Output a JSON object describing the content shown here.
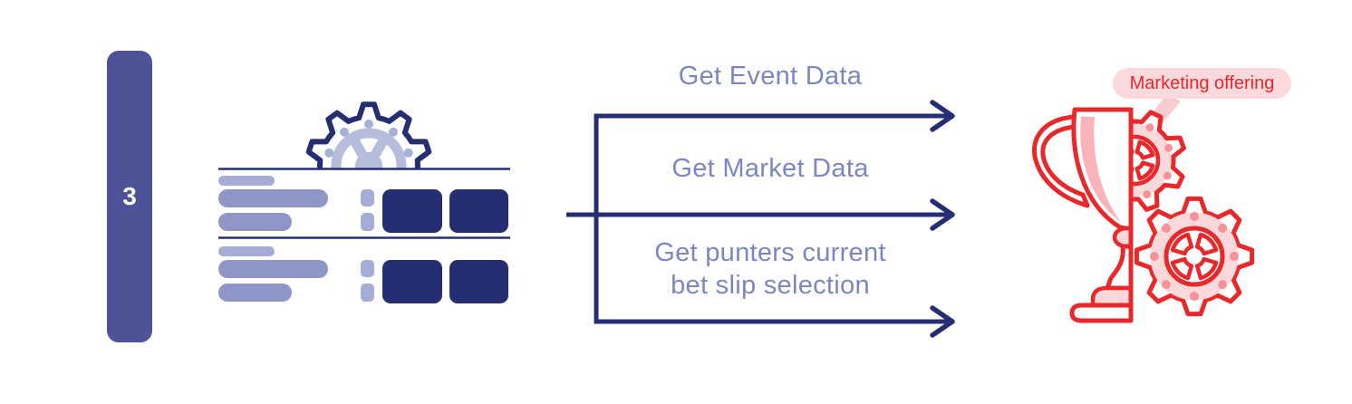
{
  "step_number": "3",
  "arrows": [
    {
      "label": "Get Event Data"
    },
    {
      "label": "Get Market Data"
    },
    {
      "label_line1": "Get punters current",
      "label_line2": "bet slip selection"
    }
  ],
  "callout": {
    "text": "Marketing offering"
  },
  "icons": {
    "left": "sportsbook-server-with-gear-icon",
    "right": "trophy-with-gears-icon"
  },
  "colors": {
    "navy": "#252e73",
    "bar_purple": "#4d5396",
    "label_purple": "#7d86c0",
    "red": "#e8282b",
    "pink": "#fbd8da",
    "pink_band": "#fbd9db",
    "salmon": "#f5929a",
    "bubble_pink": "#fcd9dc",
    "tail_pink": "#f7cbd0",
    "pill_light": "#a5acd6",
    "pill_medium": "#8d96c7",
    "wheel": "#b6bcdb",
    "dot_light": "#a9b0d5",
    "crescent": "#f9b3b9"
  }
}
